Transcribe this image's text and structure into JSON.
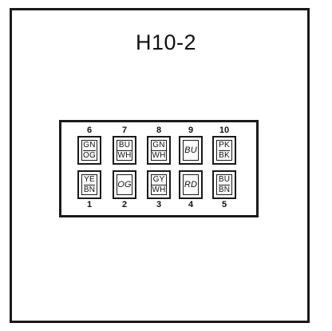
{
  "diagram": {
    "title": "H10-2",
    "top_row": [
      {
        "pin": "6",
        "lines": [
          "GN",
          "OG"
        ]
      },
      {
        "pin": "7",
        "lines": [
          "BU",
          "WH"
        ]
      },
      {
        "pin": "8",
        "lines": [
          "GN",
          "WH"
        ]
      },
      {
        "pin": "9",
        "lines": [
          "BU"
        ]
      },
      {
        "pin": "10",
        "lines": [
          "PK",
          "BK"
        ]
      }
    ],
    "bottom_row": [
      {
        "pin": "1",
        "lines": [
          "YE",
          "BN"
        ]
      },
      {
        "pin": "2",
        "lines": [
          "OG"
        ]
      },
      {
        "pin": "3",
        "lines": [
          "GY",
          "WH"
        ]
      },
      {
        "pin": "4",
        "lines": [
          "RD"
        ]
      },
      {
        "pin": "5",
        "lines": [
          "BU",
          "BN"
        ]
      }
    ]
  }
}
